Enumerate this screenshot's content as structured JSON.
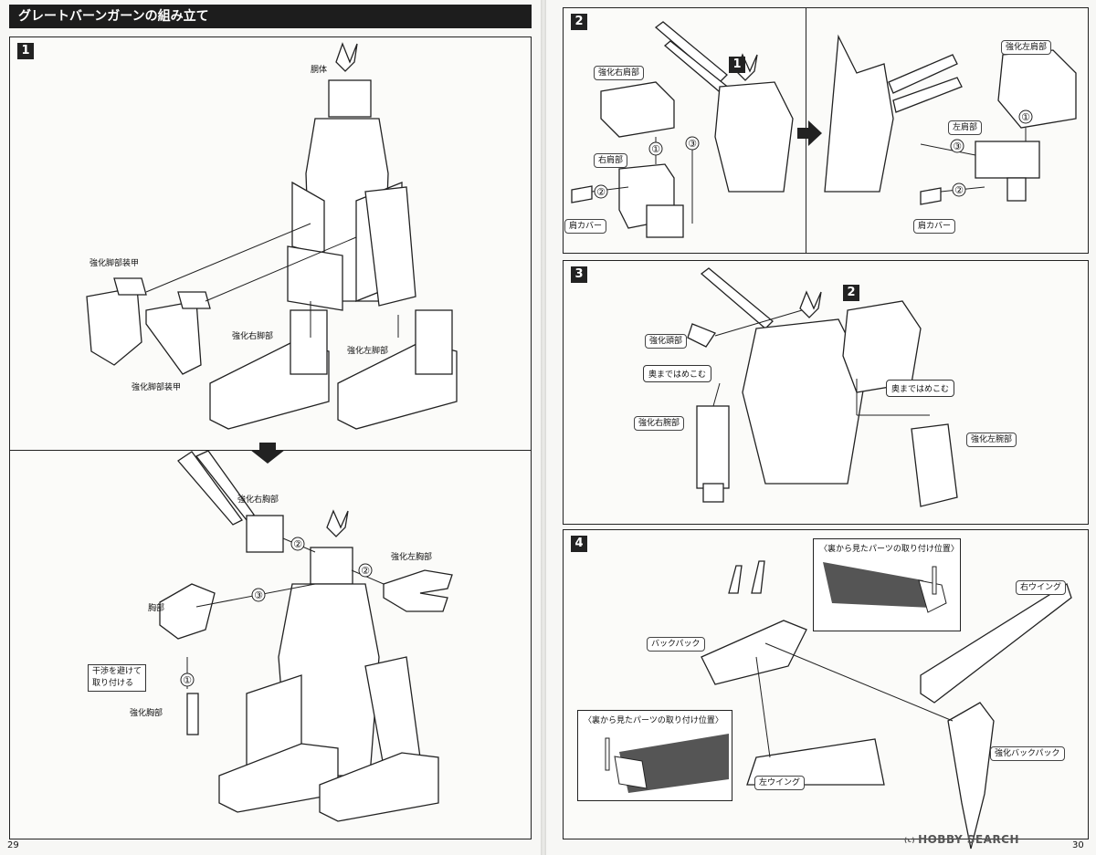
{
  "left_page": {
    "title": "グレートバーンガーンの組み立て",
    "page_number": "29",
    "step1": {
      "number": "1",
      "labels": {
        "torso": "胴体",
        "armor_top": "強化脚部装甲",
        "armor_bottom": "強化脚部装甲",
        "right_leg": "強化右脚部",
        "left_leg": "強化左脚部"
      }
    },
    "step1b": {
      "labels": {
        "right_chest": "強化右胸部",
        "left_chest": "強化左胸部",
        "chest": "胸部",
        "note": "干渉を避けて\n取り付ける",
        "reinforced_chest": "強化胸部"
      },
      "callouts": [
        "①",
        "②",
        "②",
        "③"
      ]
    }
  },
  "right_page": {
    "page_number": "30",
    "step2": {
      "number": "2",
      "ref": "1",
      "labels": {
        "right_shoulder_reinforced": "強化右肩部",
        "right_shoulder": "右肩部",
        "shoulder_cover_r": "肩カバー",
        "left_shoulder_reinforced": "強化左肩部",
        "left_shoulder": "左肩部",
        "shoulder_cover_l": "肩カバー"
      }
    },
    "step3": {
      "number": "3",
      "ref": "2",
      "labels": {
        "head": "強化頭部",
        "push_note_left": "奥まではめこむ",
        "right_arm": "強化右腕部",
        "push_note_right": "奥まではめこむ",
        "left_arm": "強化左腕部"
      }
    },
    "step4": {
      "number": "4",
      "labels": {
        "callout_top": "〈裏から見たパーツの取り付け位置〉",
        "right_wing": "右ウイング",
        "backpack": "バックパック",
        "callout_bottom": "〈裏から見たパーツの取り付け位置〉",
        "reinforced_backpack": "強化バックパック",
        "left_wing": "左ウイング"
      }
    },
    "watermark": "HOBBY SEARCH",
    "watermark_prefix": "(c)"
  }
}
